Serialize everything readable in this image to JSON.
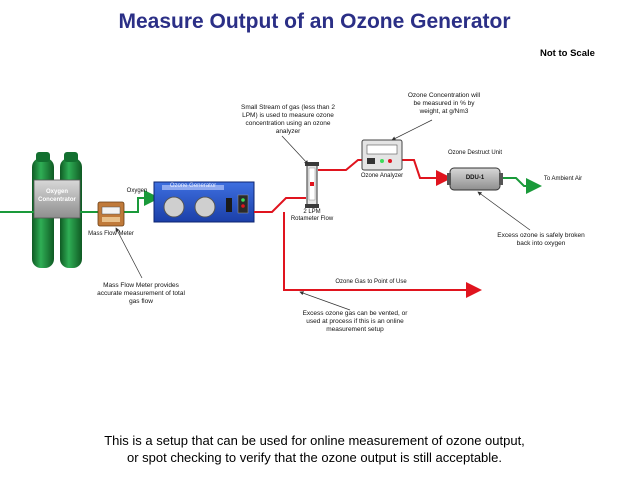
{
  "title": "Measure Output of an Ozone Generator",
  "scale_note": "Not to Scale",
  "components": {
    "oxygen_concentrator": "Oxygen Concentrator",
    "mass_flow_meter": "Mass Flow Meter",
    "ozone_generator": "Ozone Generator",
    "flow_meter": "2 LPM Rotameter Flow",
    "ozone_analyzer": "Ozone Analyzer",
    "ozone_destruct_unit_label": "Ozone Destruct Unit",
    "ozone_destruct_unit_text": "DDU-1"
  },
  "line_labels": {
    "oxygen": "Oxygen",
    "to_ambient": "To Ambient Air",
    "ozone_gas_to_use": "Ozone Gas to Point of Use"
  },
  "notes": {
    "small_stream": "Small Stream of gas (less than 2 LPM) is used to measure ozone concentration using an ozone analyzer",
    "ozone_concentration": "Ozone Concentration will be measured in % by weight, at g/Nm3",
    "excess_ozone_destroyed": "Excess ozone is safely broken back into oxygen",
    "mass_flow_note": "Mass Flow Meter provides accurate measurement of total gas flow",
    "excess_ozone_vented": "Excess ozone gas can be vented, or used at process if this is an online measurement setup"
  },
  "bottom_text": [
    "This is a setup that can be used for online measurement of ozone output,",
    "or spot checking to verify that the ozone output is still acceptable."
  ],
  "colors": {
    "title": "#2b2f86",
    "oxygen_line": "#1a9a3a",
    "ozone_line": "#e0141e",
    "generator": "#2352c8",
    "cylinder": "#1f8a3a"
  }
}
